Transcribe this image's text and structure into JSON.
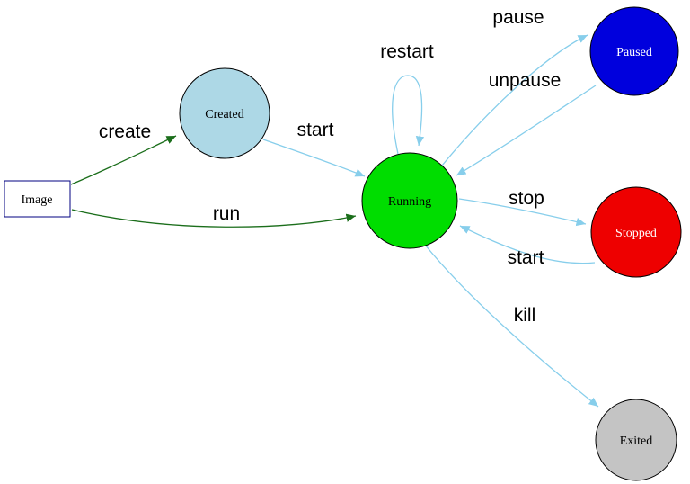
{
  "diagram": {
    "type": "state-diagram",
    "subject": "container lifecycle states",
    "colors": {
      "docker_action": "#1b6e1b",
      "state_transition": "#87ceeb",
      "background": "#ffffff",
      "node_stroke": "#000000",
      "image_node_stroke": "#000080",
      "label_text": "#000000"
    },
    "nodes": {
      "image": {
        "label": "Image",
        "shape": "rect",
        "fill": "#ffffff",
        "stroke": "#000080",
        "text_color": "#000000"
      },
      "created": {
        "label": "Created",
        "shape": "circle",
        "fill": "#add8e6",
        "stroke": "#000000",
        "text_color": "#000000"
      },
      "running": {
        "label": "Running",
        "shape": "circle",
        "fill": "#00dd00",
        "stroke": "#000000",
        "text_color": "#000000"
      },
      "paused": {
        "label": "Paused",
        "shape": "circle",
        "fill": "#0000dd",
        "stroke": "#000000",
        "text_color": "#ffffff"
      },
      "stopped": {
        "label": "Stopped",
        "shape": "circle",
        "fill": "#ee0000",
        "stroke": "#000000",
        "text_color": "#ffffff"
      },
      "exited": {
        "label": "Exited",
        "shape": "circle",
        "fill": "#c4c4c4",
        "stroke": "#000000",
        "text_color": "#000000"
      }
    },
    "edges": {
      "create": {
        "label": "create",
        "from": "image",
        "to": "created",
        "color_role": "docker_action"
      },
      "run": {
        "label": "run",
        "from": "image",
        "to": "running",
        "color_role": "docker_action"
      },
      "start_from_created": {
        "label": "start",
        "from": "created",
        "to": "running",
        "color_role": "state_transition"
      },
      "restart": {
        "label": "restart",
        "from": "running",
        "to": "running",
        "color_role": "state_transition"
      },
      "pause": {
        "label": "pause",
        "from": "running",
        "to": "paused",
        "color_role": "state_transition"
      },
      "unpause": {
        "label": "unpause",
        "from": "paused",
        "to": "running",
        "color_role": "state_transition"
      },
      "stop": {
        "label": "stop",
        "from": "running",
        "to": "stopped",
        "color_role": "state_transition"
      },
      "start_from_stopped": {
        "label": "start",
        "from": "stopped",
        "to": "running",
        "color_role": "state_transition"
      },
      "kill": {
        "label": "kill",
        "from": "running",
        "to": "exited",
        "color_role": "state_transition"
      }
    }
  }
}
